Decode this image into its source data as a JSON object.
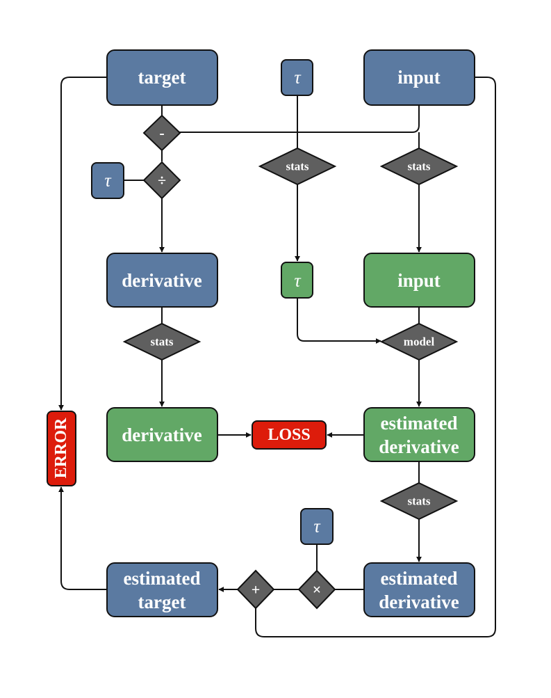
{
  "colors": {
    "blue": "#5b7aa1",
    "green": "#62a866",
    "red": "#dd1c0b",
    "decision": "#5f5f5f",
    "edge": "#111111"
  },
  "nodes": {
    "target": "target",
    "input_top": "input",
    "tau_top": "τ",
    "minus": "-",
    "divide": "÷",
    "tau_left": "τ",
    "stats_mid": "stats",
    "stats_right": "stats",
    "derivative_blue": "derivative",
    "tau_green": "τ",
    "input_green": "input",
    "stats_deriv": "stats",
    "model": "model",
    "derivative_green": "derivative",
    "loss": "LOSS",
    "estimated_derivative_green_line1": "estimated",
    "estimated_derivative_green_line2": "derivative",
    "error": "ERROR",
    "stats_lower": "stats",
    "tau_bottom": "τ",
    "times": "×",
    "plus": "+",
    "estimated_target_line1": "estimated",
    "estimated_target_line2": "target",
    "estimated_derivative_blue_line1": "estimated",
    "estimated_derivative_blue_line2": "derivative"
  }
}
